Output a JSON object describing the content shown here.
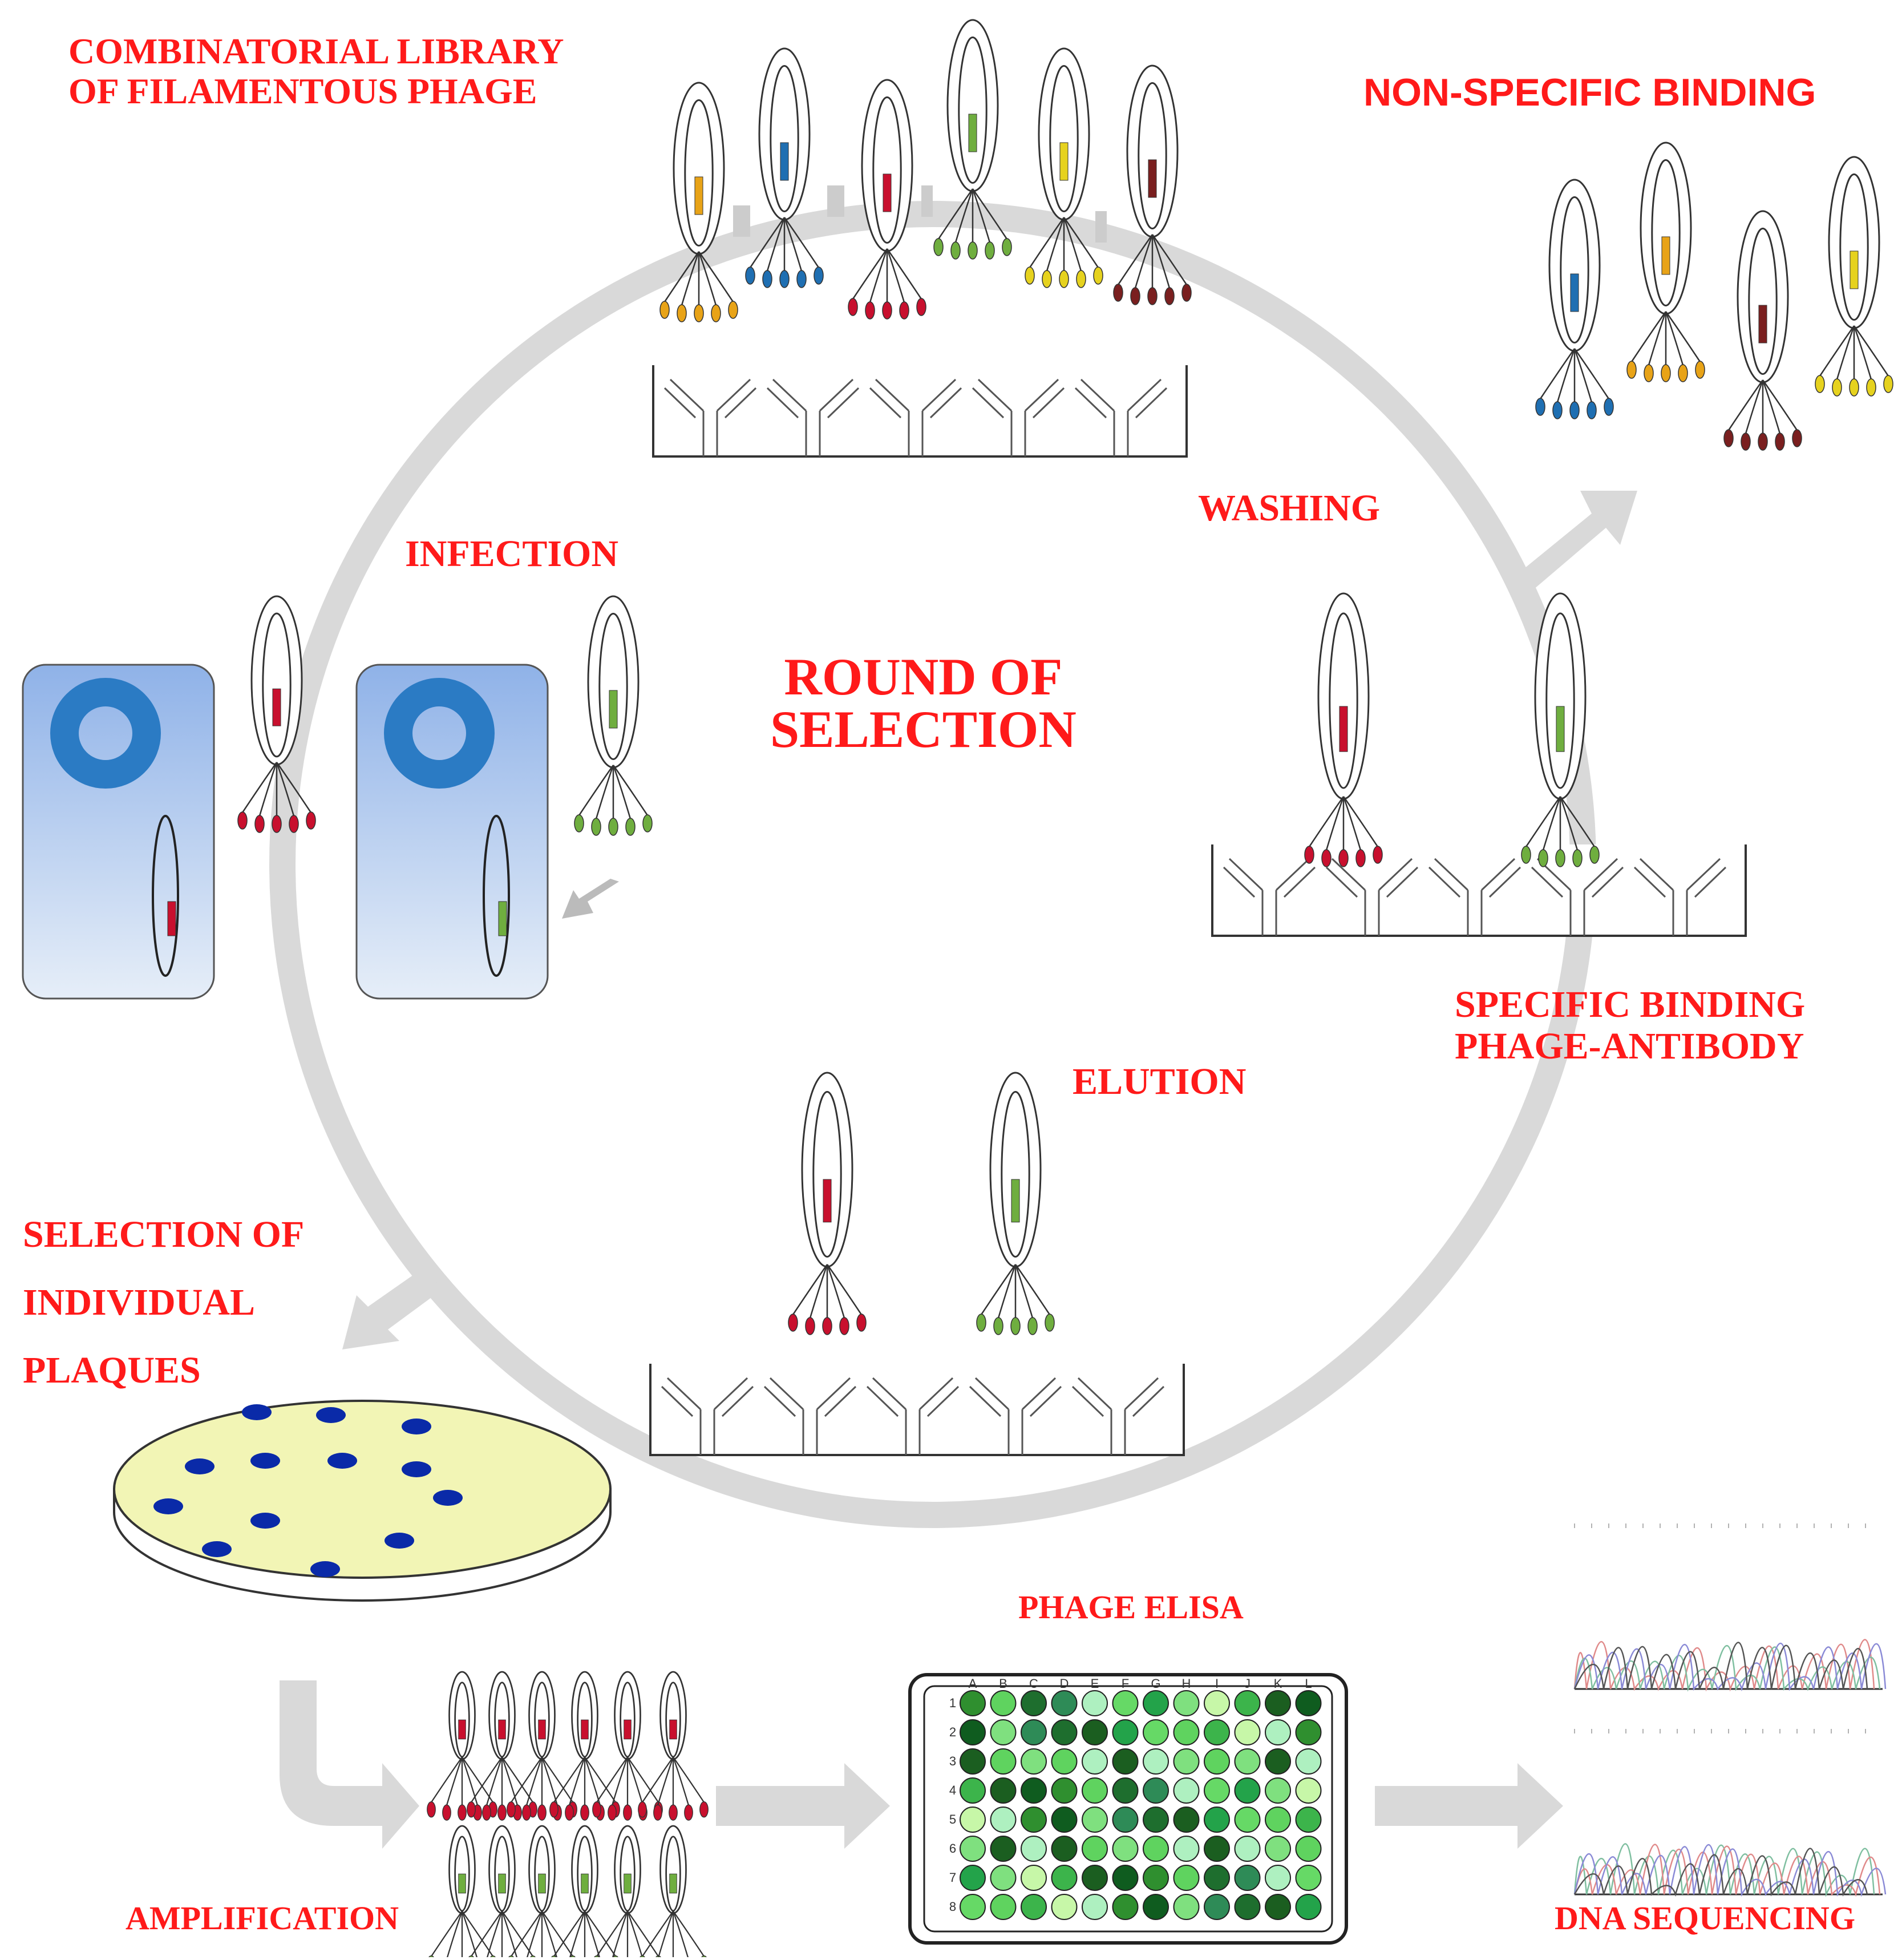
{
  "labels": {
    "library_line1": "COMBINATORIAL LIBRARY",
    "library_line2": "OF FILAMENTOUS PHAGE",
    "nonspecific": "NON-SPECIFIC BINDING",
    "washing": "WASHING",
    "infection": "INFECTION",
    "round_line1": "ROUND OF",
    "round_line2": "SELECTION",
    "specific_line1": "SPECIFIC BINDING",
    "specific_line2": "PHAGE-ANTIBODY",
    "elution": "ELUTION",
    "plaques_line1": "SELECTION  OF",
    "plaques_line2": "INDIVIDUAL",
    "plaques_line3": "PLAQUES",
    "elisa": "PHAGE ELISA",
    "amplification": "AMPLIFICATION",
    "sequencing": "DNA SEQUENCING"
  },
  "elisa_plate": {
    "columns": [
      "A",
      "B",
      "C",
      "D",
      "E",
      "F",
      "G",
      "H",
      "I",
      "J",
      "K",
      "L"
    ],
    "rows": [
      "1",
      "2",
      "3",
      "4",
      "5",
      "6",
      "7",
      "8"
    ]
  },
  "colors": {
    "label": "#ff1a1a",
    "cycle_arrow": "#d9d9d9",
    "red": "#c8102e",
    "blue": "#1f6fb2",
    "green": "#6fae3f",
    "yellow": "#e6d21e",
    "orange": "#e8a317",
    "maroon": "#7a1f1f",
    "cell_fill": "#a9c4ec",
    "plasmid": "#2b7bc4",
    "plate": "#f2f5b5",
    "plaque": "#0a2aa8"
  }
}
